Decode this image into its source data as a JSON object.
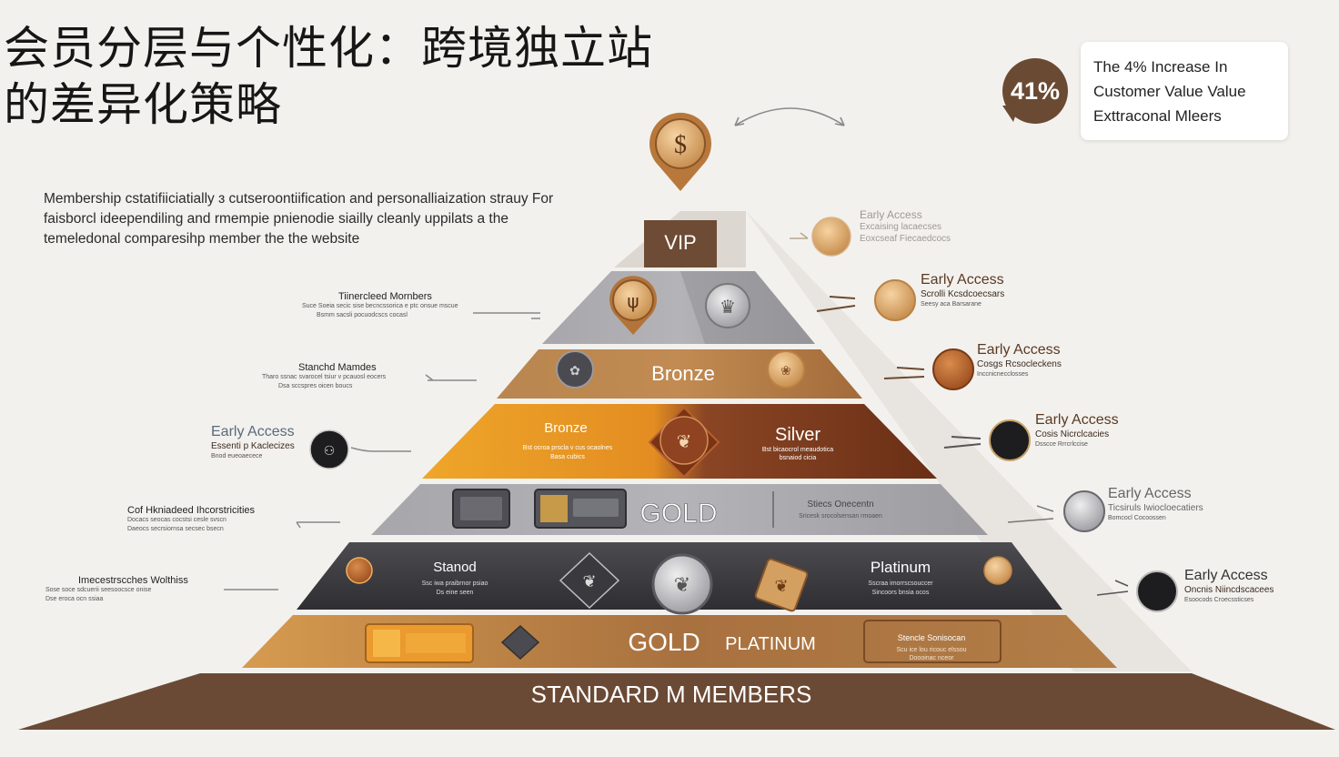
{
  "title": {
    "line1": "会员分层与个性化：跨境独立站",
    "line2": "的差异化策略"
  },
  "description": {
    "lines": [
      "Membership cstatifiiciatially ɜ cutseroontiification and personalliaization strauy For",
      "faisborcl ideependiling and rmempie pnienodie siailly cleanly uppilats a the",
      "temeledonal  comparesihp member the the website"
    ]
  },
  "stat": {
    "value": "41%",
    "lines": [
      "The 4% Increase In",
      "Customer  Value Value",
      "Exttraconal Mleers"
    ]
  },
  "tiers": {
    "vip": "VIP",
    "bronze_band": "Bronze",
    "band4_left": "Bronze",
    "band4_right": "Silver",
    "band4_left_sub": "Bst ocroa prscla v cus ocaolnes",
    "band4_left_sub2": "Basa cubics",
    "band4_right_sub": "Bst bicaocrol meaudotica",
    "band4_right_sub2": "bsnaiod cicia",
    "gold_band": "GOLD",
    "gold_band_right": "Stiecs Onecentn",
    "gold_band_right_sub": "Sricesk srocolsensan rmoaen",
    "band6_left": "Stanod",
    "band6_left_sub": "Ssc iwa praibrnor psiao",
    "band6_left_sub2": "Ds eine seen",
    "band6_right": "Platinum",
    "band6_right_sub": "Sscraa imorrscsouccer",
    "band6_right_sub2": "Sincoors bnsia ocos",
    "band7_gold": "GOLD",
    "band7_platinum": "PLATINUM",
    "band7_right": "Stencle Sonisocan",
    "band7_right_sub": "Scu ice lou ricouc elssou",
    "band7_right_sub2": "Doooinac nceor",
    "base": "STANDARD M MEMBERS"
  },
  "left_labels": [
    {
      "title": "Tiinercleed Mornbers",
      "sub1": "Suce Soeia secic sise becncssorica e ptc onsue mscue",
      "sub2": "Bsmm sacsli pocuodcscs cocasl"
    },
    {
      "title": "Stanchd Mamdes",
      "sub1": "Tharo ssnac svarocel tsiur v pcauosl eocers",
      "sub2": "Dsa sccspres oicen boucs"
    },
    {
      "title": "Early Access",
      "sub1": "Essenti p Kaclecizes",
      "sub2": "Bnod eueoaecece"
    },
    {
      "title": "Cof Hkniadeed Ihcorstricities",
      "sub1": "Docacs seocas cocstsi cesle svscn",
      "sub2": "Daeocs secrsiornsa secsec bsecn"
    },
    {
      "title": "Imecestrscches Wolthiss",
      "sub1": "Sose soce sdcuerii seesoocsce onise",
      "sub2": "Dse eroca ocn ssiaa"
    }
  ],
  "right_labels": [
    {
      "title": "Early Access",
      "sub1": "Excaising lacaecses",
      "sub2": "Eoxcseaf Fiecaedcocs"
    },
    {
      "title": "Early Access",
      "sub1": "Scrolli Kcsdcoecsars",
      "sub2": "Seesy aca Barsarane"
    },
    {
      "title": "Early Access",
      "sub1": "Cosgs Rcsocleckens",
      "sub2": "Inccnicnecclosses"
    },
    {
      "title": "Early Access",
      "sub1": "Cosis Nicrclcacies",
      "sub2": "Dsscce Rrrcrlccise"
    },
    {
      "title": "Early Access",
      "sub1": "Ticsiruls Iwiocloecatiers",
      "sub2": "Bomcocl Cocoossen"
    },
    {
      "title": "Early Access",
      "sub1": "Oncnis Niincdscacees",
      "sub2": "Esoocods Croecssticses"
    }
  ],
  "icons": {
    "top_pin": "dollar-icon",
    "band2_left": "monogram-medallion-icon",
    "band2_right": "silver-crest-icon",
    "bronze_left": "dark-emblem-icon",
    "bronze_right": "gold-coin-icon",
    "band4_center": "ornament-diamond-icon",
    "gold_cards": "member-card-icon",
    "band6_center": "silver-medallion-icon",
    "base_card": "gold-card-icon"
  },
  "colors": {
    "vip": "#6e4b34",
    "bronze": "#b57a45",
    "silver_tier": "#7a3e1d",
    "gold_orange": "#e39224",
    "gray": "#a9a9ad",
    "dark": "#3f3e42",
    "base": "#6b4a35"
  }
}
